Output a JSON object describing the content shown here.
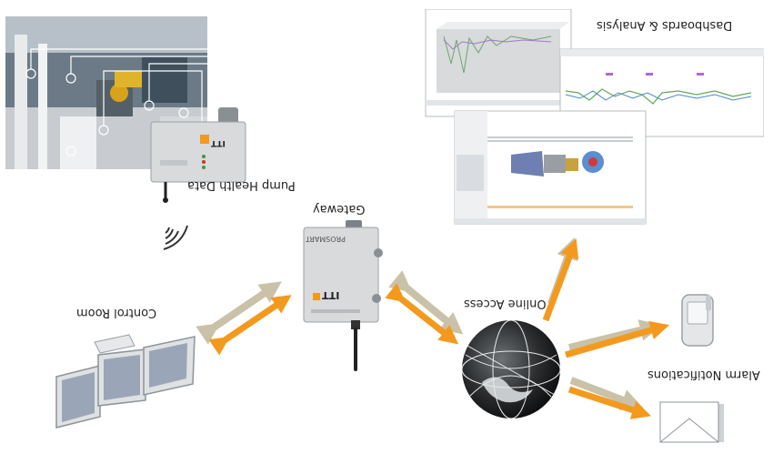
{
  "labels": {
    "pump_health": "Pump Health Data",
    "gateway": "Gateway",
    "control_room": "Control Room",
    "online_access": "Online Access",
    "dashboards": "Dashboards & Analysis",
    "alarm": "Alarm Notifications"
  },
  "device": {
    "brand": "ITT",
    "model": "PROSMART"
  },
  "colors": {
    "arrow_orange": "#f39a1e",
    "arrow_shadow": "#c9c2a8",
    "device_gray": "#d9dadb",
    "screen_blue": "#5b78a8"
  }
}
